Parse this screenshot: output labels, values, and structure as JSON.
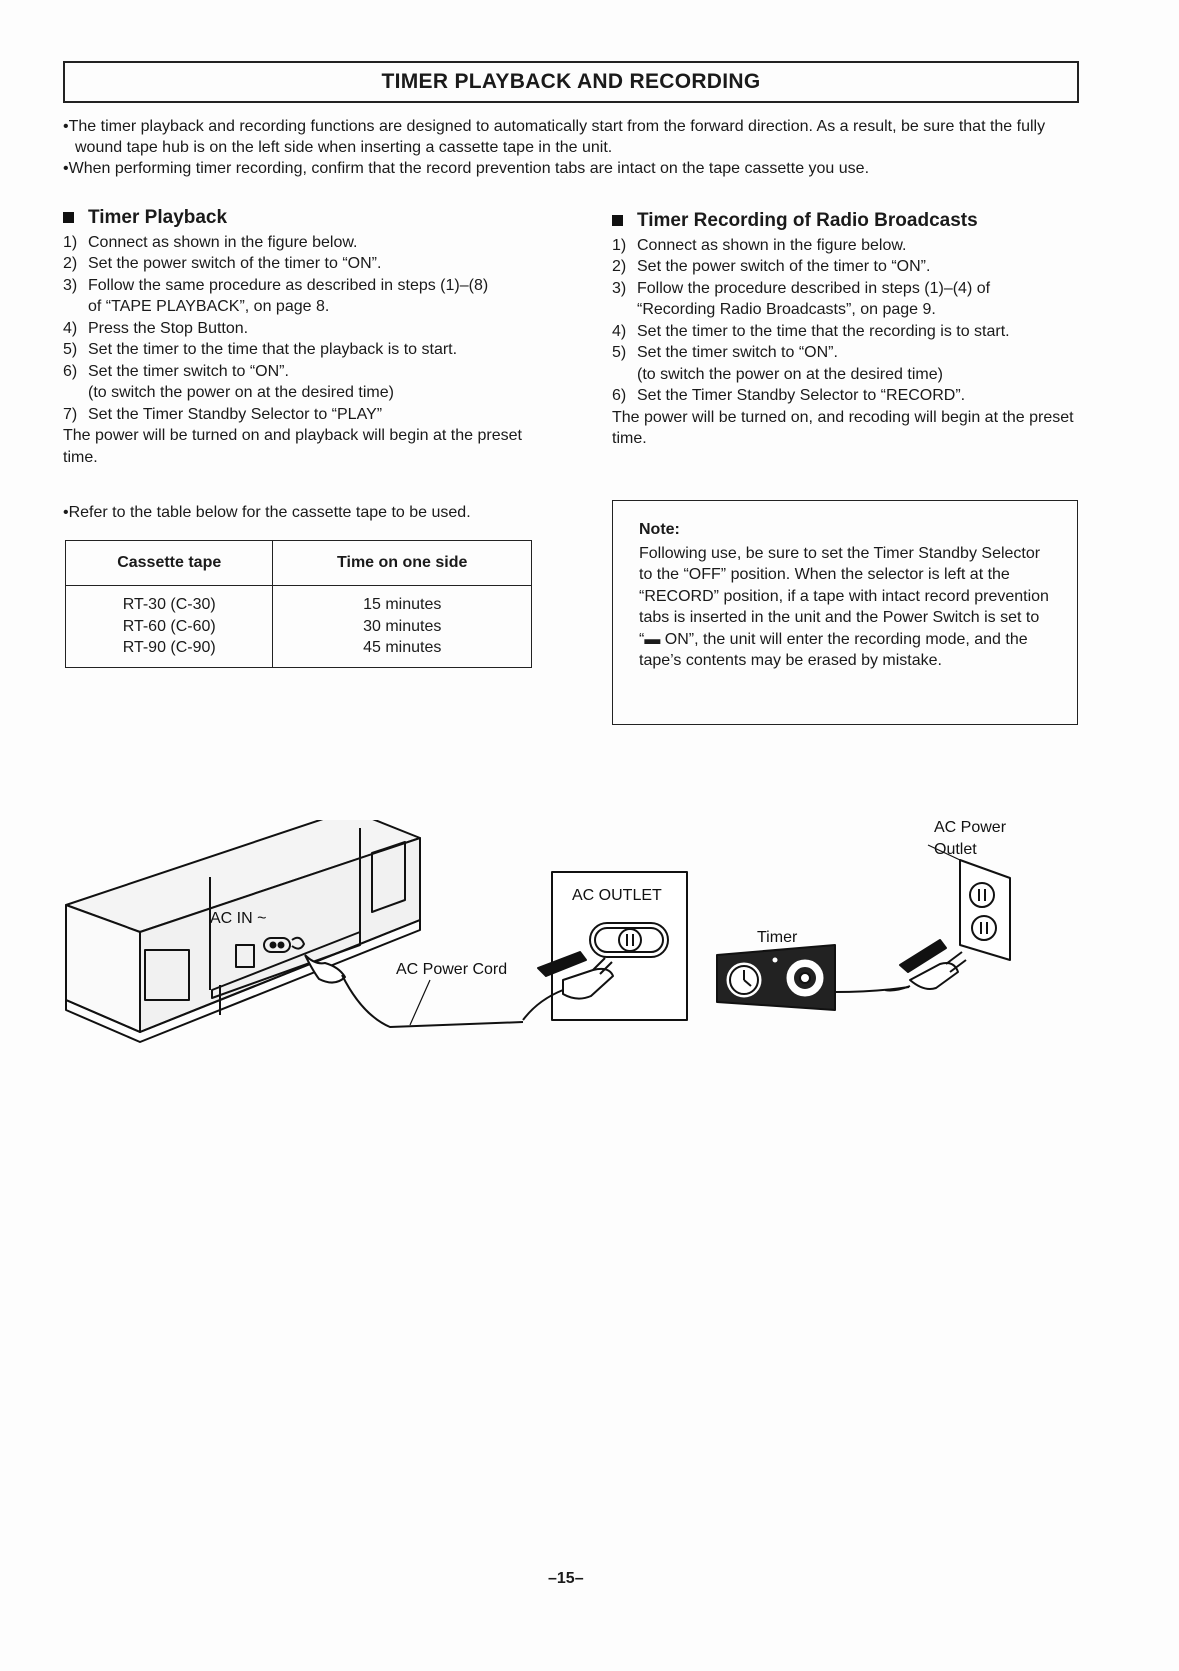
{
  "title": "TIMER PLAYBACK AND RECORDING",
  "intro": [
    "•The timer playback and recording functions are designed to automatically start from the forward direction. As a result, be sure that the fully wound tape hub is on the left side when inserting a cassette tape in the unit.",
    "•When performing timer recording, confirm that the record prevention tabs are intact on the tape cassette you use."
  ],
  "playback": {
    "heading": "Timer Playback",
    "steps": [
      {
        "num": "1)",
        "text": "Connect as shown in the figure below."
      },
      {
        "num": "2)",
        "text": "Set the power switch of the timer to “ON”."
      },
      {
        "num": "3)",
        "text": "Follow the same procedure as described in steps (1)–(8)"
      },
      {
        "num": "",
        "text": "of “TAPE PLAYBACK”, on page 8."
      },
      {
        "num": "4)",
        "text": "Press the Stop Button."
      },
      {
        "num": "5)",
        "text": "Set the timer to the time that the playback is to start."
      },
      {
        "num": "6)",
        "text": "Set the timer switch to “ON”."
      },
      {
        "num": "",
        "text": "(to switch the power on at the desired time)"
      },
      {
        "num": "7)",
        "text": "Set the Timer Standby Selector to “PLAY”"
      }
    ],
    "result": "The power will be turned on and playback will begin at the preset time."
  },
  "recording": {
    "heading": "Timer Recording of Radio Broadcasts",
    "steps": [
      {
        "num": "1)",
        "text": "Connect as shown in the figure below."
      },
      {
        "num": "2)",
        "text": "Set the power switch of the timer to “ON”."
      },
      {
        "num": "3)",
        "text": "Follow the procedure described in steps (1)–(4) of"
      },
      {
        "num": "",
        "text": "“Recording Radio Broadcasts”, on page 9."
      },
      {
        "num": "4)",
        "text": "Set the timer to the time that the recording is to start."
      },
      {
        "num": "5)",
        "text": "Set the timer switch to “ON”."
      },
      {
        "num": "",
        "text": "(to switch the power on at the desired time)"
      },
      {
        "num": "6)",
        "text": "Set the Timer Standby Selector to “RECORD”."
      }
    ],
    "result": "The power will be turned on, and recoding will begin at the preset time."
  },
  "refer": "•Refer to the table below for the cassette tape to be used.",
  "table": {
    "headers": [
      "Cassette tape",
      "Time on one side"
    ],
    "rows": [
      [
        "RT-30 (C-30)",
        "15 minutes"
      ],
      [
        "RT-60 (C-60)",
        "30 minutes"
      ],
      [
        "RT-90 (C-90)",
        "45 minutes"
      ]
    ]
  },
  "note": {
    "title": "Note:",
    "text": "Following use, be sure to set the Timer Standby Selector to the “OFF” position. When the selector is left at the “RECORD” position, if a tape with intact record prevention tabs is inserted in the unit and the Power Switch is set to “▬ ON”, the unit will enter the recording mode, and the tape’s contents may be erased by mistake."
  },
  "diagram": {
    "ac_in": "AC IN ~",
    "ac_outlet": "AC OUTLET",
    "ac_power_cord": "AC Power Cord",
    "timer": "Timer",
    "ac_power_outlet": [
      "AC Power",
      "Outlet"
    ]
  },
  "page_number": "–15–"
}
